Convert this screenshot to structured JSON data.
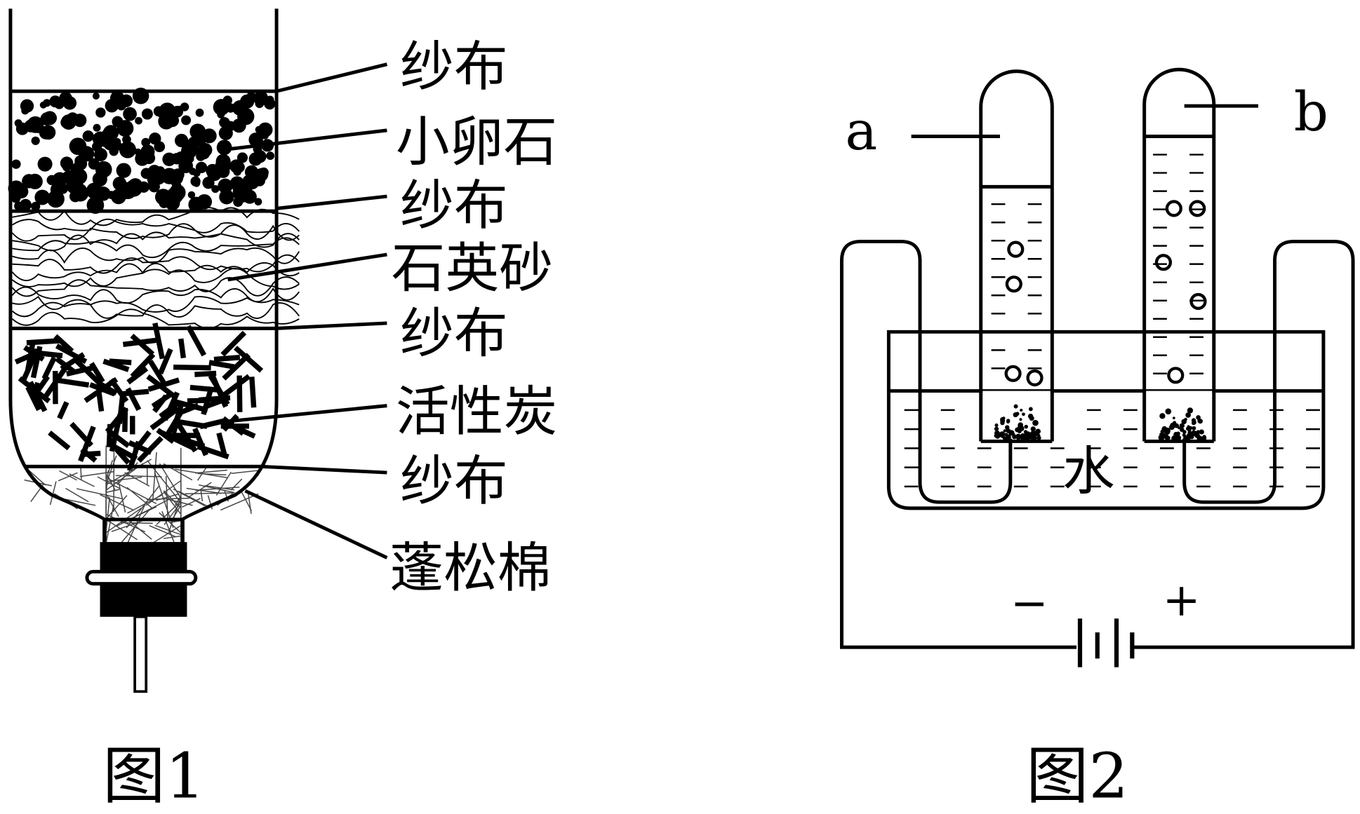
{
  "figure1": {
    "caption": "图1",
    "labels": [
      "纱布",
      "小卵石",
      "纱布",
      "石英砂",
      "纱布",
      "活性炭",
      "纱布",
      "蓬松棉"
    ]
  },
  "figure2": {
    "caption": "图2",
    "tube_a_label": "a",
    "tube_b_label": "b",
    "water_label": "水",
    "negative_sign": "−",
    "positive_sign": "+"
  }
}
